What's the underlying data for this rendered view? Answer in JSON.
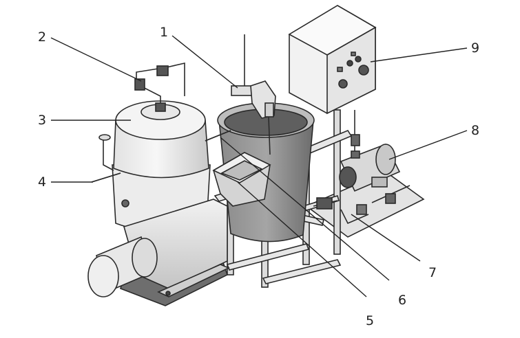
{
  "diagram": {
    "callouts": [
      {
        "id": "1",
        "label": "1"
      },
      {
        "id": "2",
        "label": "2"
      },
      {
        "id": "3",
        "label": "3"
      },
      {
        "id": "4",
        "label": "4"
      },
      {
        "id": "5",
        "label": "5"
      },
      {
        "id": "6",
        "label": "6"
      },
      {
        "id": "7",
        "label": "7"
      },
      {
        "id": "8",
        "label": "8"
      },
      {
        "id": "9",
        "label": "9"
      }
    ],
    "colors": {
      "metal_light": "#eeeeee",
      "metal_mid": "#cfcfcf",
      "metal_dark": "#9a9a9a",
      "tank_dark": "#7b7b7b",
      "base_dark": "#6e6e6e",
      "line": "#222222"
    }
  }
}
